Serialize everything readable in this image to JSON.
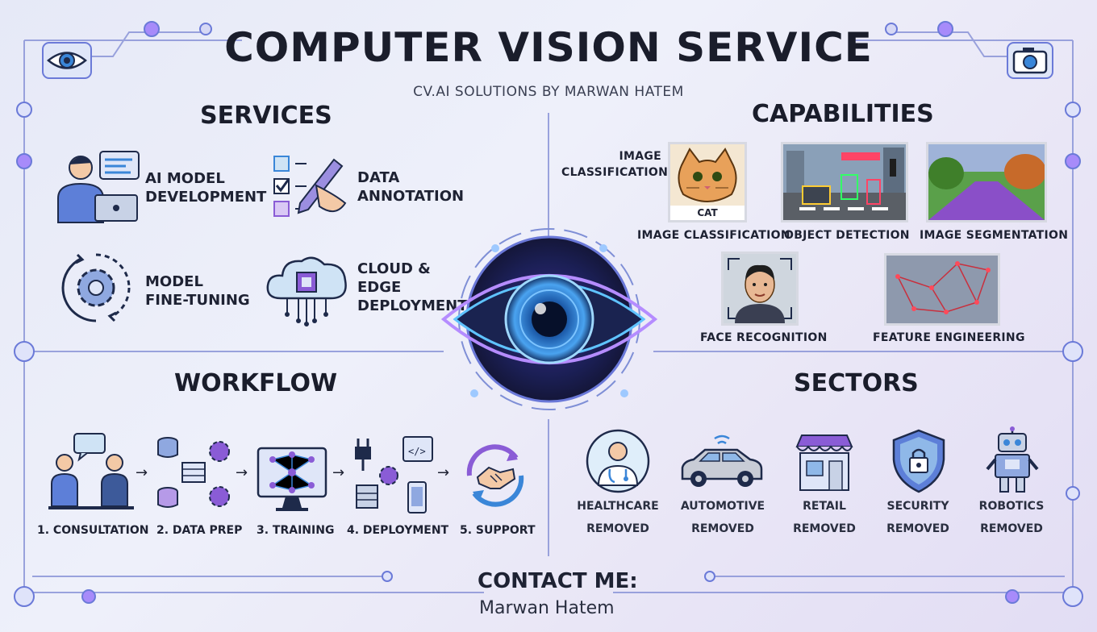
{
  "header": {
    "title": "COMPUTER VISION SERVICE",
    "subtitle": "CV.AI SOLUTIONS BY MARWAN HATEM"
  },
  "services": {
    "heading": "SERVICES",
    "items": [
      {
        "label_line1": "AI MODEL",
        "label_line2": "DEVELOPMENT",
        "icon": "developer-laptop-icon"
      },
      {
        "label_line1": "DATA",
        "label_line2": "ANNOTATION",
        "icon": "checklist-pen-icon"
      },
      {
        "label_line1": "MODEL",
        "label_line2": "FINE-TUNING",
        "icon": "gear-cycle-icon"
      },
      {
        "label_line1": "CLOUD &",
        "label_line2": "EDGE",
        "label_line3": "DEPLOYMENT",
        "icon": "cloud-chip-icon"
      }
    ]
  },
  "capabilities": {
    "heading": "CAPABILITIES",
    "callout_line1": "IMAGE",
    "callout_line2": "CLASSIFICATION",
    "cat_tag": "CAT",
    "items": [
      {
        "label": "IMAGE CLASSIFICATION"
      },
      {
        "label": "OBJECT DETECTION"
      },
      {
        "label": "IMAGE SEGMENTATION"
      },
      {
        "label": "FACE RECOGNITION"
      },
      {
        "label": "FEATURE ENGINEERING"
      }
    ]
  },
  "workflow": {
    "heading": "WORKFLOW",
    "steps": [
      {
        "label": "1. CONSULTATION"
      },
      {
        "label": "2. DATA PREP"
      },
      {
        "label": "3. TRAINING"
      },
      {
        "label": "4. DEPLOYMENT"
      },
      {
        "label": "5. SUPPORT"
      }
    ]
  },
  "sectors": {
    "heading": "SECTORS",
    "items": [
      {
        "name": "HEALTHCARE",
        "status": "REMOVED"
      },
      {
        "name": "AUTOMOTIVE",
        "status": "REMOVED"
      },
      {
        "name": "RETAIL",
        "status": "REMOVED"
      },
      {
        "name": "SECURITY",
        "status": "REMOVED"
      },
      {
        "name": "ROBOTICS",
        "status": "REMOVED"
      }
    ]
  },
  "contact": {
    "heading": "CONTACT ME:",
    "name": "Marwan Hatem"
  },
  "colors": {
    "accent_blue": "#3a86d8",
    "accent_purple": "#8a5cd6",
    "circuit": "#7f8fd6"
  }
}
